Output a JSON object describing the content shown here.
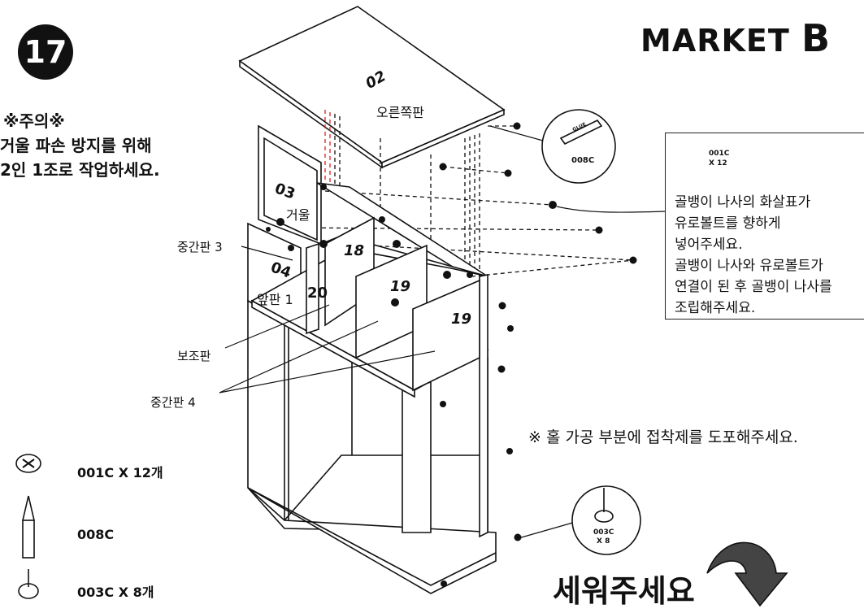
{
  "step_number": "17",
  "brand": {
    "text": "MARKET",
    "letter": "B"
  },
  "warning": {
    "title": "※주의※",
    "line1": "거울 파손 방지를 위해",
    "line2": "2인 1조로 작업하세요."
  },
  "panels": {
    "p02": {
      "num": "02",
      "name": "오른쪽판"
    },
    "p03": {
      "num": "03",
      "name": "거울"
    },
    "p04": {
      "num": "04",
      "name": "앞판 1"
    },
    "p18": {
      "num": "18"
    },
    "p19a": {
      "num": "19"
    },
    "p19b": {
      "num": "19"
    },
    "p20": {
      "num": "20"
    }
  },
  "callouts": {
    "mid3": "중간판 3",
    "aux": "보조판",
    "mid4": "중간판 4"
  },
  "glue_callout": {
    "code": "008C",
    "tube_text": "GLUE"
  },
  "note": {
    "part1_code": "001C",
    "part1_qty": "X 12",
    "lines": [
      "골뱅이 나사의 화살표가",
      "유로볼트를 향하게",
      "넣어주세요.",
      "골뱅이 나사와 유로볼트가",
      "연결이 된 후 골뱅이 나사를",
      "조립해주세요."
    ]
  },
  "glue_note": "※ 홀 가공 부분에 접착제를 도포해주세요.",
  "foot_callout": {
    "code": "003C",
    "qty": "X 8"
  },
  "parts_list": [
    {
      "label": "001C X 12개",
      "icon": "cam-lock-icon"
    },
    {
      "label": "008C",
      "icon": "glue-tube-icon"
    },
    {
      "label": "003C X 8개",
      "icon": "leveling-foot-icon"
    }
  ],
  "standup_text": "세워주세요"
}
